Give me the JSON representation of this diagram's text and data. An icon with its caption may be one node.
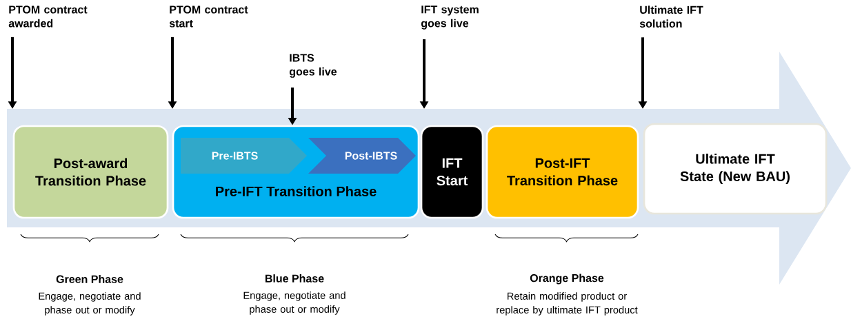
{
  "diagram": {
    "nodes": [
      {
        "text": [
          "PTOM contract awarded"
        ]
      },
      {
        "text": [
          "PTOM contract start"
        ]
      },
      {
        "text": [
          "IBTS goes live"
        ]
      },
      {
        "text": [
          "IFT system goes live"
        ]
      },
      {
        "text": [
          "Ultimate IFT solution"
        ]
      },
      {
        "text": [
          "Post-award Transition Phase"
        ]
      },
      {
        "text": [
          "Pre-IFT  Transition Phase"
        ]
      },
      {
        "text": [
          "Pre-IBTS"
        ],
        "in": 6
      },
      {
        "text": [
          "Post-IBTS"
        ],
        "in": 6
      },
      {
        "text": [
          "IFT Start"
        ]
      },
      {
        "text": [
          "Post-IFT Transition Phase"
        ]
      },
      {
        "text": [
          "Ultimate IFT State (New BAU)"
        ]
      }
    ],
    "edges": [
      {
        "from": 0,
        "to": null,
        "arrow": "to"
      },
      {
        "from": 1,
        "to": null,
        "arrow": "to"
      },
      {
        "from": 2,
        "to": 6,
        "arrow": "to"
      },
      {
        "from": 3,
        "to": null,
        "arrow": "to"
      },
      {
        "from": 4,
        "to": null,
        "arrow": "to"
      }
    ],
    "labels": [
      "Green Phase",
      "Engage, negotiate and phase out or modify",
      "Blue Phase",
      "Engage, negotiate and phase out or modify",
      "Orange Phase",
      "Retain modified product or replace by ultimate IFT product"
    ]
  }
}
